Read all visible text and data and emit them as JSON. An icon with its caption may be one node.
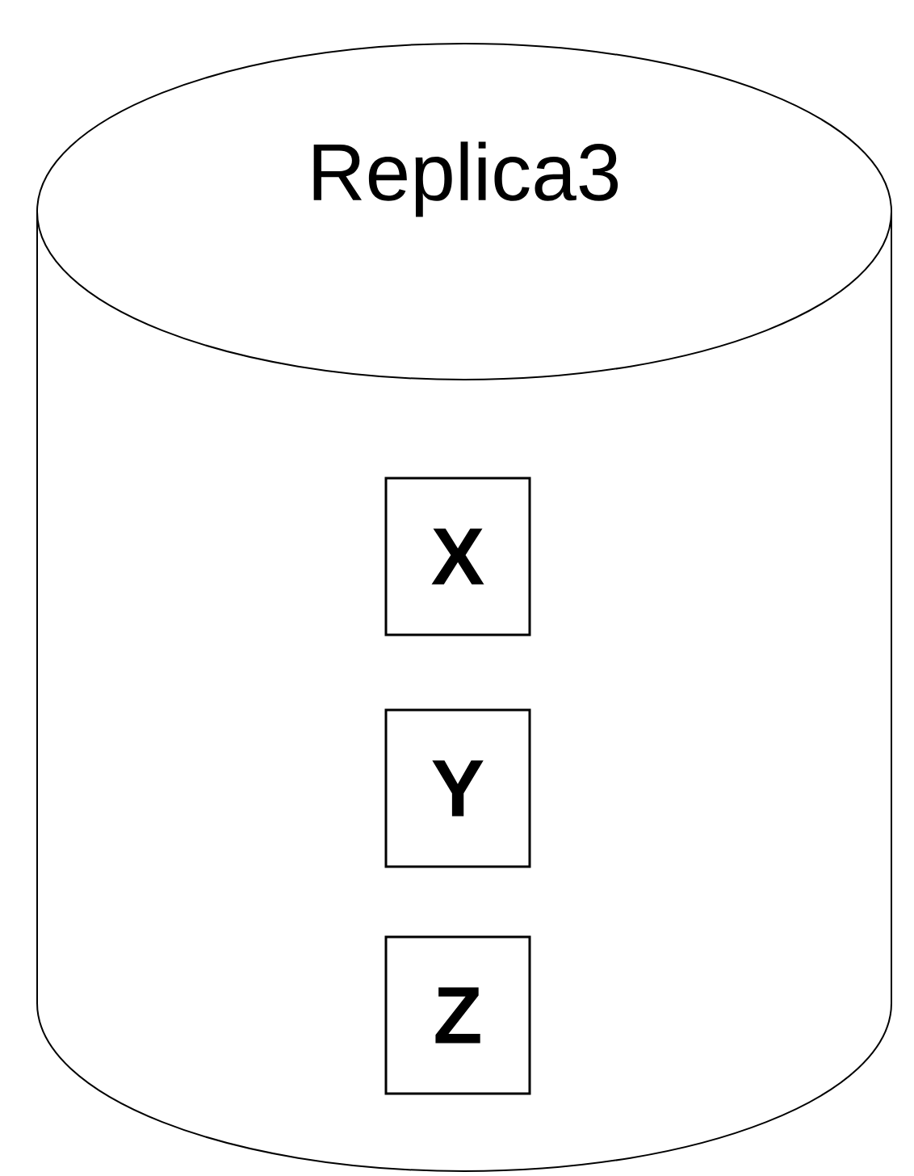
{
  "diagram": {
    "nodes": [
      {
        "text": [
          "Replica3"
        ]
      },
      {
        "text": [
          "X"
        ],
        "in": 0
      },
      {
        "text": [
          "Y"
        ],
        "in": 0
      },
      {
        "text": [
          "Z"
        ],
        "in": 0
      }
    ]
  }
}
